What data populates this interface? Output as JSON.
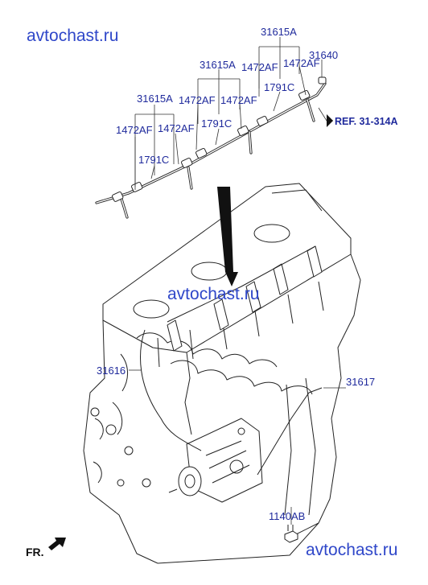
{
  "watermarks": [
    "avtochast.ru",
    "avtochast.ru",
    "avtochast.ru"
  ],
  "labels": {
    "l_31615A_top": "31615A",
    "l_31640": "31640",
    "l_31615A_mid": "31615A",
    "l_1472AF_a": "1472AF",
    "l_1472AF_b": "1472AF",
    "l_1791C_a": "1791C",
    "l_31615A_left": "31615A",
    "l_1472AF_c": "1472AF",
    "l_1472AF_d": "1472AF",
    "l_1791C_b": "1791C",
    "l_1472AF_e": "1472AF",
    "l_1472AF_f": "1472AF",
    "l_1791C_c": "1791C",
    "l_31616": "31616",
    "l_31617": "31617",
    "l_1140AB": "1140AB"
  },
  "reference": "REF. 31-314A",
  "direction": "FR.",
  "colors": {
    "label": "#1f2a9c",
    "watermark": "#2f47c9",
    "line": "#222222"
  }
}
